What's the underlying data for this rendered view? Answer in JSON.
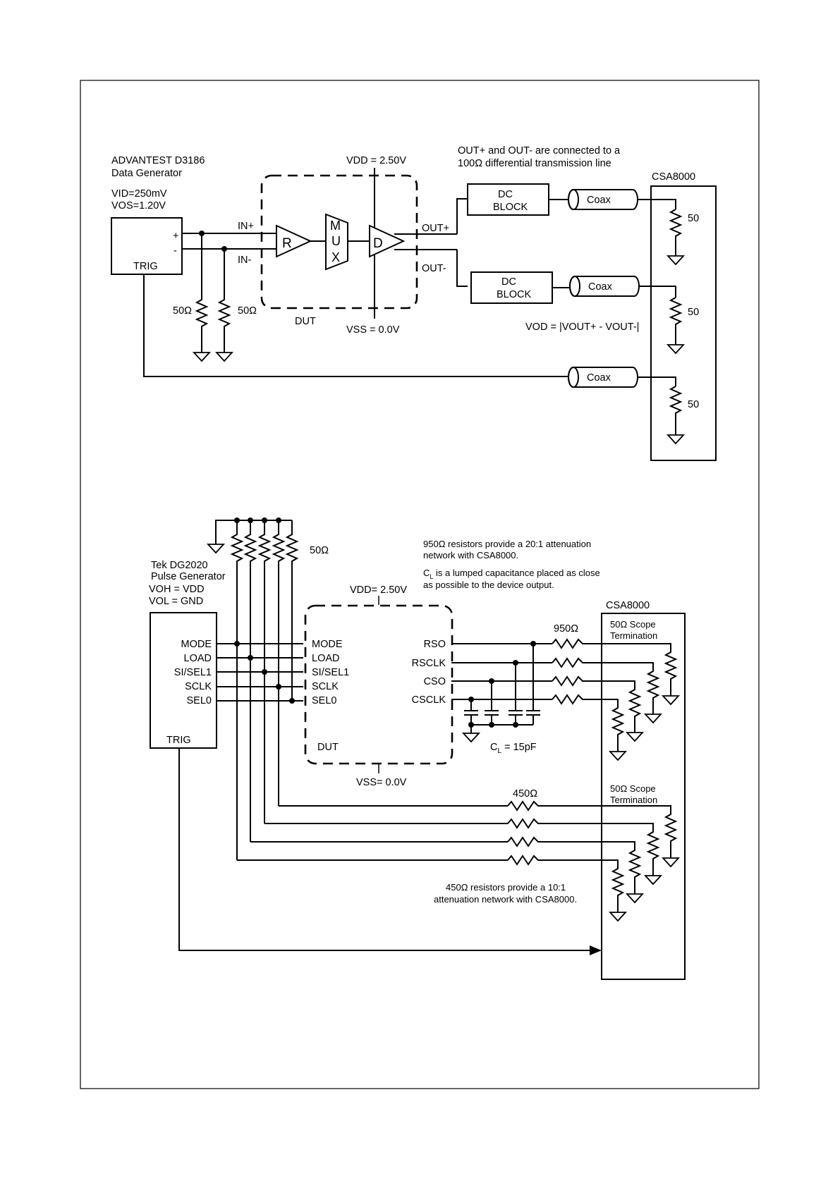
{
  "top_circuit": {
    "generator_title": "ADVANTEST D3186",
    "generator_subtitle": "Data Generator",
    "vid": "VID=250mV",
    "vos": "VOS=1.20V",
    "gen_plus": "+",
    "gen_minus": "-",
    "gen_trig": "TRIG",
    "in_plus": "IN+",
    "in_minus": "IN-",
    "r50_left": "50Ω",
    "r50_right": "50Ω",
    "receiver": "R",
    "mux_m": "M",
    "mux_u": "U",
    "mux_x": "X",
    "driver": "D",
    "vdd": "VDD = 2.50V",
    "vss": "VSS = 0.0V",
    "dut": "DUT",
    "out_plus": "OUT+",
    "out_minus": "OUT-",
    "note_line1": "OUT+ and OUT- are connected to a",
    "note_line2": "100Ω differential transmission line",
    "dc_block_1": "DC",
    "dc_block_2": "BLOCK",
    "coax": "Coax",
    "scope": "CSA8000",
    "term": "50",
    "vod": "VOD = |VOUT+ - VOUT-|"
  },
  "bottom_circuit": {
    "generator_title": "Tek DG2020",
    "generator_subtitle": "Pulse Generator",
    "voh": "VOH = VDD",
    "vol": "VOL = GND",
    "pullup_r": "50Ω",
    "gen_pins": [
      "MODE",
      "LOAD",
      "SI/SEL1",
      "SCLK",
      "SEL0"
    ],
    "gen_trig": "TRIG",
    "vdd": "VDD= 2.50V",
    "vss": "VSS= 0.0V",
    "dut": "DUT",
    "dut_in_pins": [
      "MODE",
      "LOAD",
      "SI/SEL1",
      "SCLK",
      "SEL0"
    ],
    "dut_out_pins": [
      "RSO",
      "RSCLK",
      "CSO",
      "CSCLK"
    ],
    "note1_line1": "950Ω resistors provide a 20:1 attenuation",
    "note1_line2": "network with CSA8000.",
    "note2_c": "C",
    "note2_sub": "L",
    "note2_line1_rest": " is a lumped capacitance placed as close",
    "note2_line2": "as possible to the device output.",
    "r950": "950Ω",
    "r450": "450Ω",
    "cl_c": "C",
    "cl_sub": "L",
    "cl_rest": " = 15pF",
    "scope": "CSA8000",
    "scope_term_line1": "50Ω Scope",
    "scope_term_line2": "Termination",
    "note3_line1": "450Ω resistors provide a 10:1",
    "note3_line2": "attenuation network with CSA8000."
  }
}
